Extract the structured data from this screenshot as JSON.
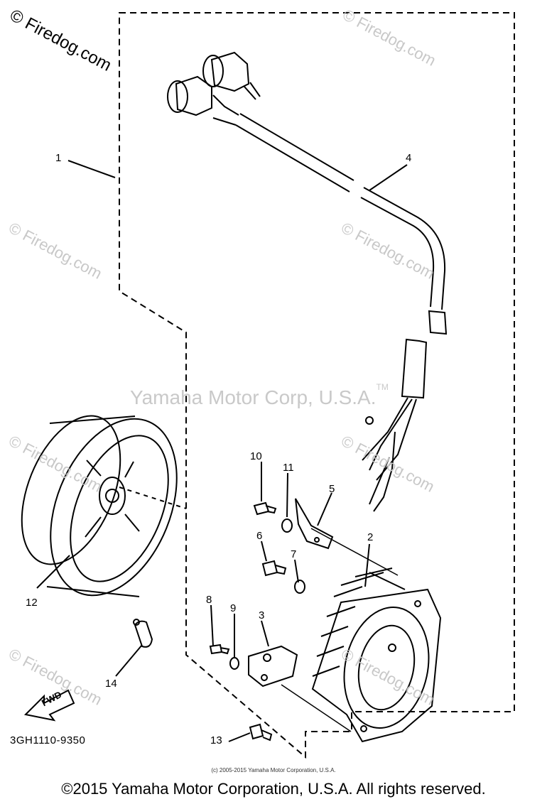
{
  "watermark": {
    "corner": "© Firedog.com",
    "tile": "© Firedog.com",
    "center": "Yamaha Motor Corp, U.S.A.",
    "trademark": "TM"
  },
  "callouts": [
    "1",
    "2",
    "3",
    "4",
    "5",
    "6",
    "7",
    "8",
    "9",
    "10",
    "11",
    "12",
    "13",
    "14"
  ],
  "part_code": "3GH1110-9350",
  "fwd_label": "FWD",
  "footer": {
    "small": "(c) 2005-2015 Yamaha Motor Corporation, U.S.A.",
    "main": "©2015 Yamaha Motor Corporation, U.S.A. All rights reserved."
  }
}
